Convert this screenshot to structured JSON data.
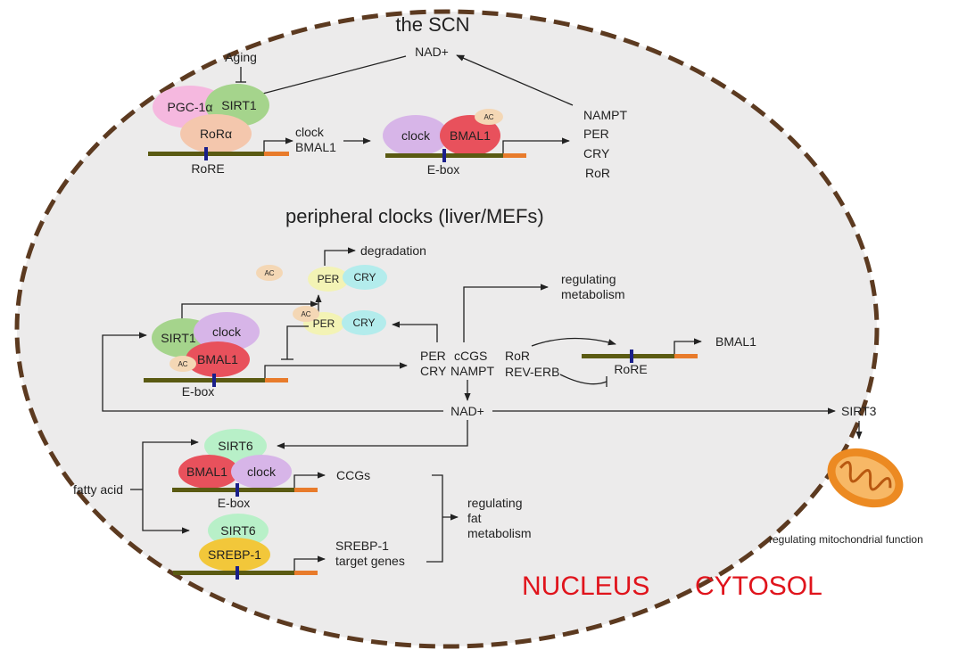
{
  "colors": {
    "membrane": "#5c3a20",
    "nucleus_fill": "#ecebeb",
    "dna": "#5a5a12",
    "dna_end": "#e87b2b",
    "site": "#1a1f8a",
    "accent_red": "#e0141c"
  },
  "icons": {
    "mitochondrion": "mitochondrion-icon"
  },
  "text": {
    "scn_title": "the SCN",
    "nad_top": "NAD+",
    "aging": "Aging",
    "pgc": "PGC-1α",
    "sirt1_top": "SIRT1",
    "rora": "RoRα",
    "rore_top": "RoRE",
    "clock_bmal1_line1": "clock",
    "clock_bmal1_line2": "BMAL1",
    "clock_top": "clock",
    "bmal1_top": "BMAL1",
    "ac_top": "AC",
    "ebox_top": "E-box",
    "out_nampt": "NAMPT",
    "out_per": "PER",
    "out_cry": "CRY",
    "out_ror": "RoR",
    "peripheral_title": "peripheral clocks (liver/MEFs)",
    "degradation": "degradation",
    "ac_free": "AC",
    "per_top": "PER",
    "cry_top": "CRY",
    "ac_mid": "AC",
    "per_mid": "PER",
    "cry_mid": "CRY",
    "sirt1_mid": "SIRT1",
    "clock_mid": "clock",
    "ac_left": "AC",
    "bmal1_mid": "BMAL1",
    "ebox_mid": "E-box",
    "per_label": "PER",
    "cry_label": "CRY",
    "ccgs_label": "cCGS",
    "nampt_label": "NAMPT",
    "reg_metab_1": "regulating",
    "reg_metab_2": "metabolism",
    "ror_label": "RoR",
    "reverb_label": "REV-ERB",
    "rore_mid": "RoRE",
    "bmal1_out": "BMAL1",
    "nad_mid": "NAD+",
    "sirt3": "SIRT3",
    "mito_caption": "regulating mitochondrial function",
    "sirt6_a": "SIRT6",
    "bmal1_low": "BMAL1",
    "clock_low": "clock",
    "ebox_low": "E-box",
    "ccgs_out": "CCGs",
    "fatty_acid": "fatty acid",
    "sirt6_b": "SIRT6",
    "srebp": "SREBP-1",
    "srebp_target_1": "SREBP-1",
    "srebp_target_2": "target genes",
    "reg_fat_1": "regulating",
    "reg_fat_2": "fat",
    "reg_fat_3": "metabolism",
    "nucleus": "NUCLEUS",
    "cytosol": "CYTOSOL"
  }
}
